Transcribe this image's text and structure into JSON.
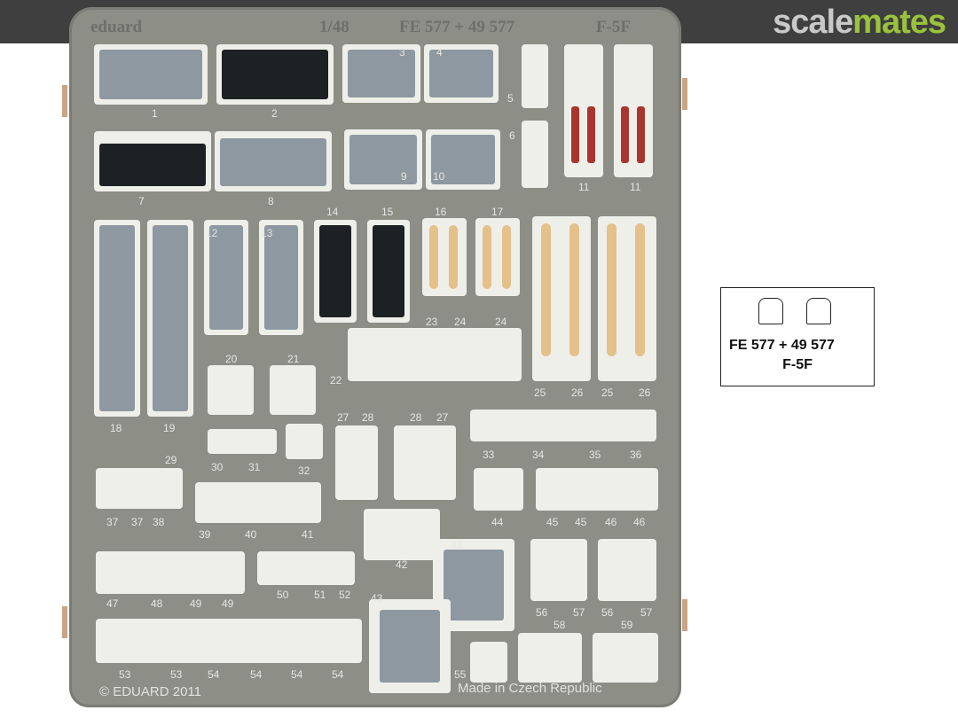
{
  "site": {
    "brand_light": "scale",
    "brand_accent": "mates"
  },
  "fret": {
    "maker": "eduard",
    "scale": "1/48",
    "codes": "FE 577 + 49 577",
    "model": "F-5F",
    "copyright": "© EDUARD 2011",
    "origin": "Made in Czech Republic",
    "part_labels": [
      {
        "t": "1"
      },
      {
        "t": "2"
      },
      {
        "t": "3"
      },
      {
        "t": "4"
      },
      {
        "t": "5"
      },
      {
        "t": "6"
      },
      {
        "t": "7"
      },
      {
        "t": "8"
      },
      {
        "t": "9"
      },
      {
        "t": "10"
      },
      {
        "t": "11"
      },
      {
        "t": "11"
      },
      {
        "t": "12"
      },
      {
        "t": "13"
      },
      {
        "t": "14"
      },
      {
        "t": "15"
      },
      {
        "t": "16"
      },
      {
        "t": "17"
      },
      {
        "t": "18"
      },
      {
        "t": "19"
      },
      {
        "t": "20"
      },
      {
        "t": "21"
      },
      {
        "t": "22"
      },
      {
        "t": "23"
      },
      {
        "t": "24"
      },
      {
        "t": "24"
      },
      {
        "t": "25"
      },
      {
        "t": "26"
      },
      {
        "t": "25"
      },
      {
        "t": "26"
      },
      {
        "t": "27"
      },
      {
        "t": "28"
      },
      {
        "t": "28"
      },
      {
        "t": "27"
      },
      {
        "t": "29"
      },
      {
        "t": "30"
      },
      {
        "t": "31"
      },
      {
        "t": "32"
      },
      {
        "t": "33"
      },
      {
        "t": "34"
      },
      {
        "t": "35"
      },
      {
        "t": "36"
      },
      {
        "t": "37"
      },
      {
        "t": "37"
      },
      {
        "t": "38"
      },
      {
        "t": "39"
      },
      {
        "t": "40"
      },
      {
        "t": "41"
      },
      {
        "t": "42"
      },
      {
        "t": "43"
      },
      {
        "t": "43"
      },
      {
        "t": "44"
      },
      {
        "t": "45"
      },
      {
        "t": "45"
      },
      {
        "t": "46"
      },
      {
        "t": "46"
      },
      {
        "t": "47"
      },
      {
        "t": "48"
      },
      {
        "t": "49"
      },
      {
        "t": "49"
      },
      {
        "t": "50"
      },
      {
        "t": "51"
      },
      {
        "t": "52"
      },
      {
        "t": "53"
      },
      {
        "t": "53"
      },
      {
        "t": "54"
      },
      {
        "t": "54"
      },
      {
        "t": "54"
      },
      {
        "t": "54"
      },
      {
        "t": "55"
      },
      {
        "t": "56"
      },
      {
        "t": "57"
      },
      {
        "t": "56"
      },
      {
        "t": "57"
      },
      {
        "t": "58"
      },
      {
        "t": "59"
      }
    ]
  },
  "card": {
    "line1": "FE 577 + 49 577",
    "line2": "F-5F"
  },
  "colors": {
    "accent": "#9ac23c",
    "fret": "#8d8e86",
    "bar": "#3f3f3f"
  }
}
